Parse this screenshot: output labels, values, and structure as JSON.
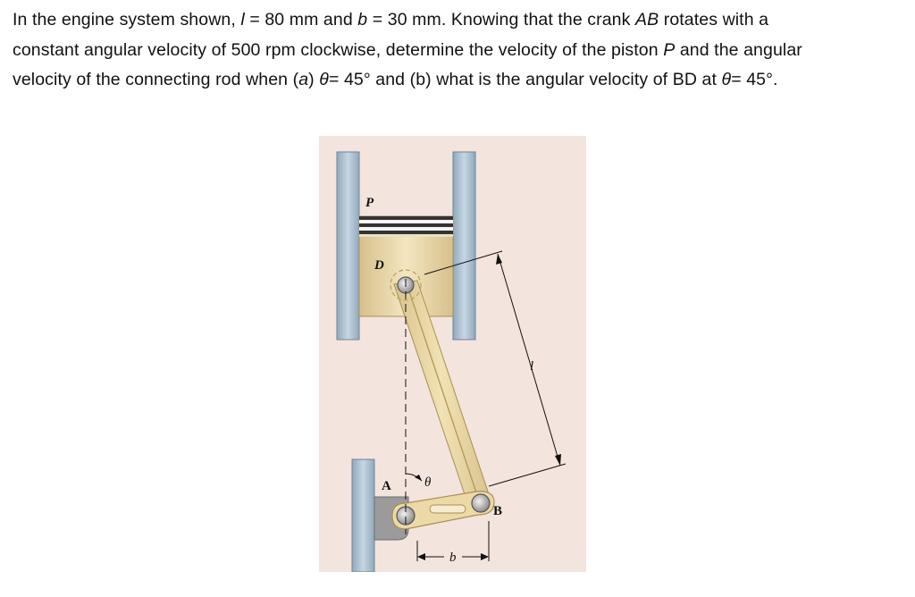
{
  "problem": {
    "line1": [
      {
        "t": "In the engine system shown, ",
        "i": false
      },
      {
        "t": "l",
        "i": true
      },
      {
        "t": " = 80 mm and ",
        "i": false
      },
      {
        "t": "b",
        "i": true
      },
      {
        "t": " = 30 mm. Knowing that the crank ",
        "i": false
      },
      {
        "t": "AB",
        "i": true
      },
      {
        "t": " rotates with a",
        "i": false
      }
    ],
    "line2": [
      {
        "t": "constant angular velocity of 500 rpm clockwise, determine the velocity of the piston ",
        "i": false
      },
      {
        "t": "P",
        "i": true
      },
      {
        "t": " and the angular",
        "i": false
      }
    ],
    "line3": [
      {
        "t": "velocity of the connecting rod when (",
        "i": false
      },
      {
        "t": "a",
        "i": true
      },
      {
        "t": ") ",
        "i": false
      },
      {
        "t": "θ",
        "i": true
      },
      {
        "t": "= 45° and (b) what is the angular velocity of BD at  ",
        "i": false
      },
      {
        "t": "θ",
        "i": true
      },
      {
        "t": "= 45°.",
        "i": false
      }
    ]
  },
  "figure": {
    "label_P": "P",
    "label_D": "D",
    "label_A": "A",
    "label_B": "B",
    "label_l": "l",
    "label_b": "b",
    "label_theta": "θ"
  }
}
